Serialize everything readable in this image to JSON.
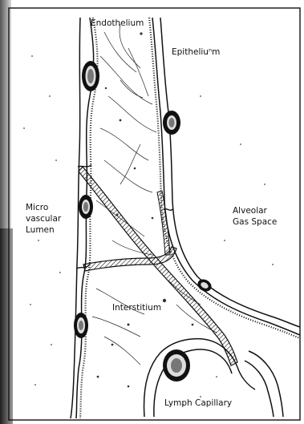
{
  "diagram": {
    "labels": {
      "endothelium": "Endothelium",
      "epithelium": "Epitheliuⁿm",
      "micro_vascular_lumen_1": "Micro",
      "micro_vascular_lumen_2": "vascular",
      "micro_vascular_lumen_3": "Lumen",
      "alveolar_gas_space_1": "Alveolar",
      "alveolar_gas_space_2": "Gas Space",
      "interstitium": "Interstitium",
      "lymph_capillary": "Lymph Capillary"
    },
    "colors": {
      "paper": "#ffffff",
      "ink": "#111111",
      "left_shadow": "#2a2a2a"
    }
  }
}
